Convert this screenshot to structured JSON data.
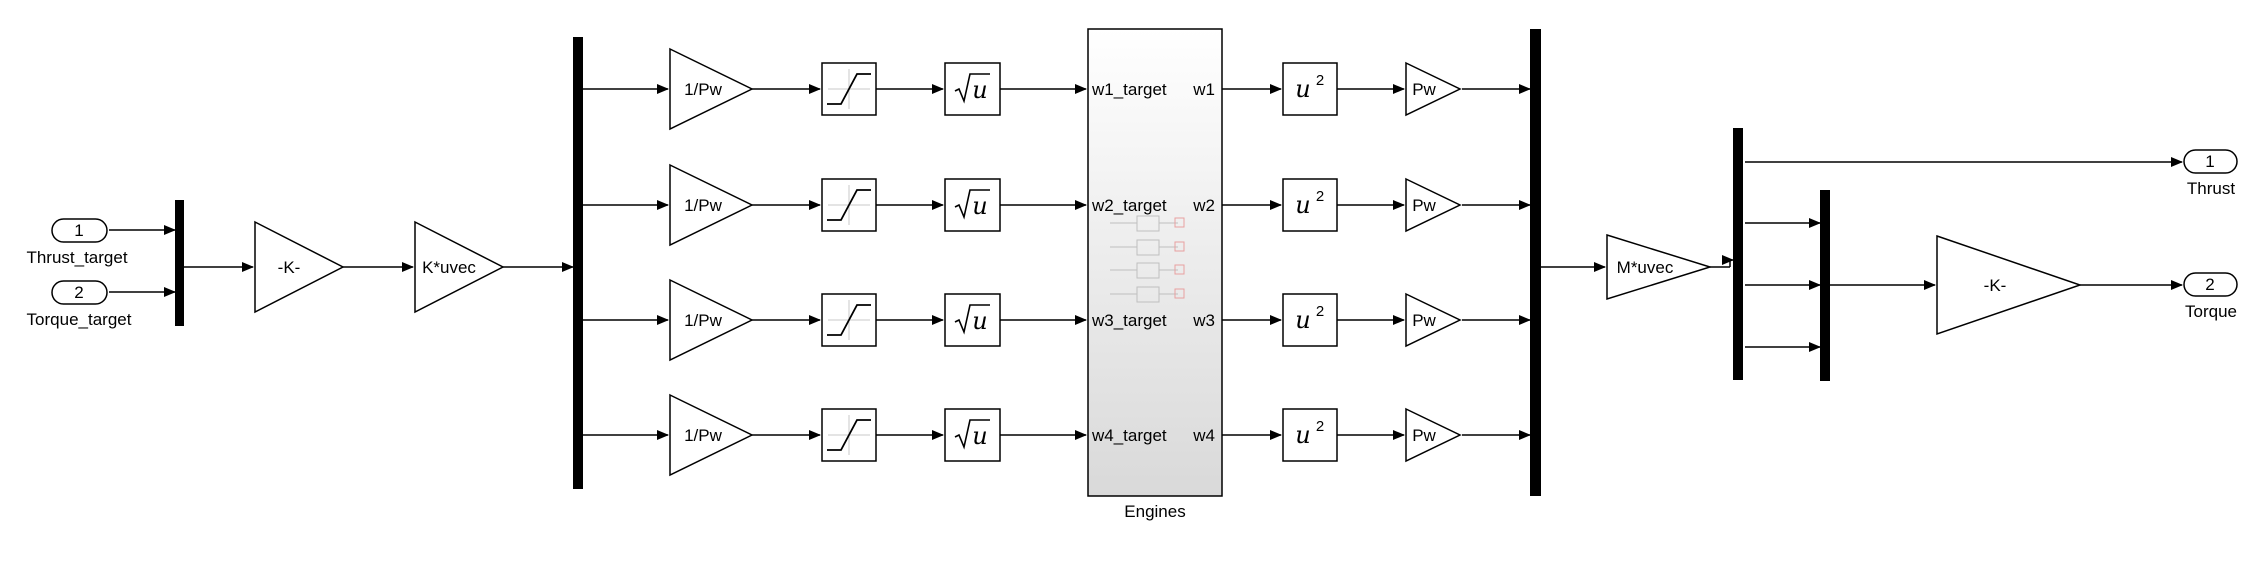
{
  "inports": [
    {
      "number": "1",
      "label": "Thrust_target"
    },
    {
      "number": "2",
      "label": "Torque_target"
    }
  ],
  "outports": [
    {
      "number": "1",
      "label": "Thrust"
    },
    {
      "number": "2",
      "label": "Torque"
    }
  ],
  "gains": {
    "gain_k1": "-K-",
    "k_uvec": "K*uvec",
    "m_uvec": "M*uvec",
    "gain_k2": "-K-"
  },
  "inverse_gain_label": "1/Pw",
  "output_gain_label": "Pw",
  "sqrt_label": "u",
  "square_label": "u",
  "square_exponent": "2",
  "engines": {
    "name": "Engines",
    "inputs": [
      "w1_target",
      "w2_target",
      "w3_target",
      "w4_target"
    ],
    "outputs": [
      "w1",
      "w2",
      "w3",
      "w4"
    ]
  }
}
